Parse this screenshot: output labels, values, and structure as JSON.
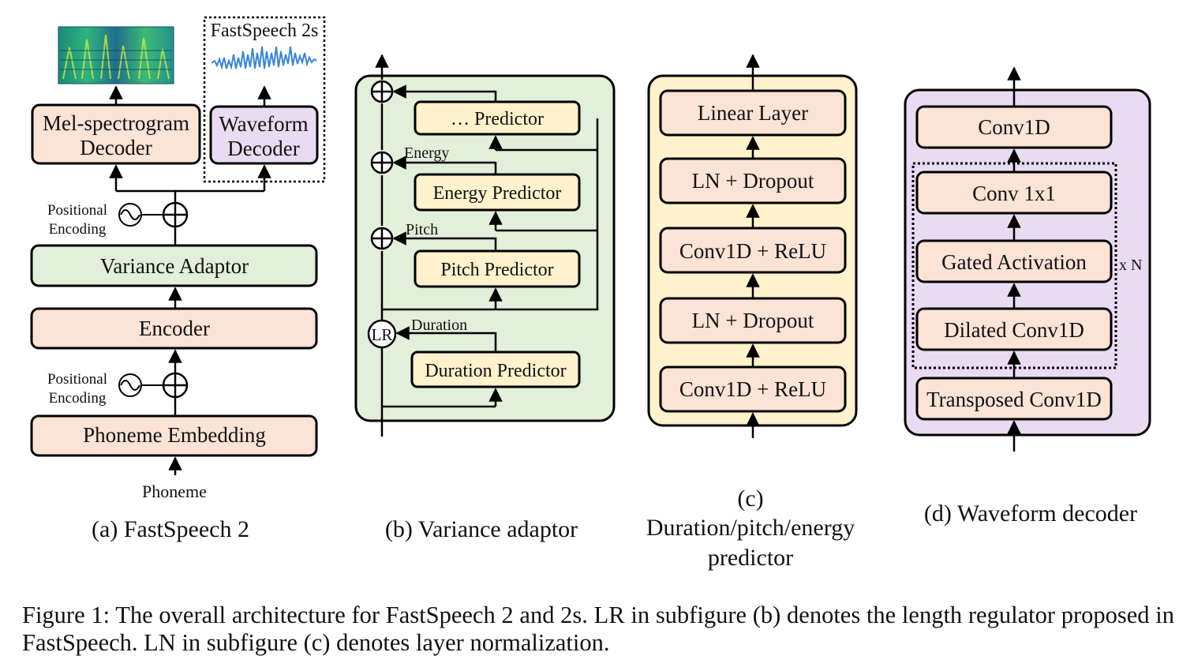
{
  "panel_a": {
    "mel_decoder_line1": "Mel-spectrogram",
    "mel_decoder_line2": "Decoder",
    "waveform_decoder_line1": "Waveform",
    "waveform_decoder_line2": "Decoder",
    "fastspeech2s_label": "FastSpeech 2s",
    "positional_encoding_top_line1": "Positional",
    "positional_encoding_top_line2": "Encoding",
    "variance_adaptor": "Variance Adaptor",
    "encoder": "Encoder",
    "positional_encoding_bottom_line1": "Positional",
    "positional_encoding_bottom_line2": "Encoding",
    "phoneme_embedding": "Phoneme Embedding",
    "phoneme_input": "Phoneme",
    "subcaption": "(a) FastSpeech 2"
  },
  "panel_b": {
    "other_predictor": "… Predictor",
    "energy_label": "Energy",
    "energy_predictor": "Energy Predictor",
    "pitch_label": "Pitch",
    "pitch_predictor": "Pitch Predictor",
    "lr_label": "LR",
    "duration_label": "Duration",
    "duration_predictor": "Duration Predictor",
    "subcaption": "(b) Variance adaptor"
  },
  "panel_c": {
    "layers": [
      "Linear Layer",
      "LN + Dropout",
      "Conv1D + ReLU",
      "LN + Dropout",
      "Conv1D + ReLU"
    ],
    "subcaption_line1": "(c)",
    "subcaption_line2": "Duration/pitch/energy",
    "subcaption_line3": "predictor"
  },
  "panel_d": {
    "conv1d": "Conv1D",
    "conv1x1": "Conv 1x1",
    "gated_activation": "Gated Activation",
    "dilated_conv": "Dilated Conv1D",
    "transposed_conv": "Transposed Conv1D",
    "repeat_label": "x N",
    "subcaption": "(d) Waveform decoder"
  },
  "caption": "Figure 1: The overall architecture for FastSpeech 2 and 2s. LR in subfigure (b) denotes the length regulator proposed in FastSpeech. LN in subfigure (c) denotes layer normalization.",
  "colors": {
    "pink_block": "#fbe3d6",
    "green_block": "#e2efda",
    "yellow_block": "#fff2cc",
    "purple_block": "#e9dcf2"
  }
}
